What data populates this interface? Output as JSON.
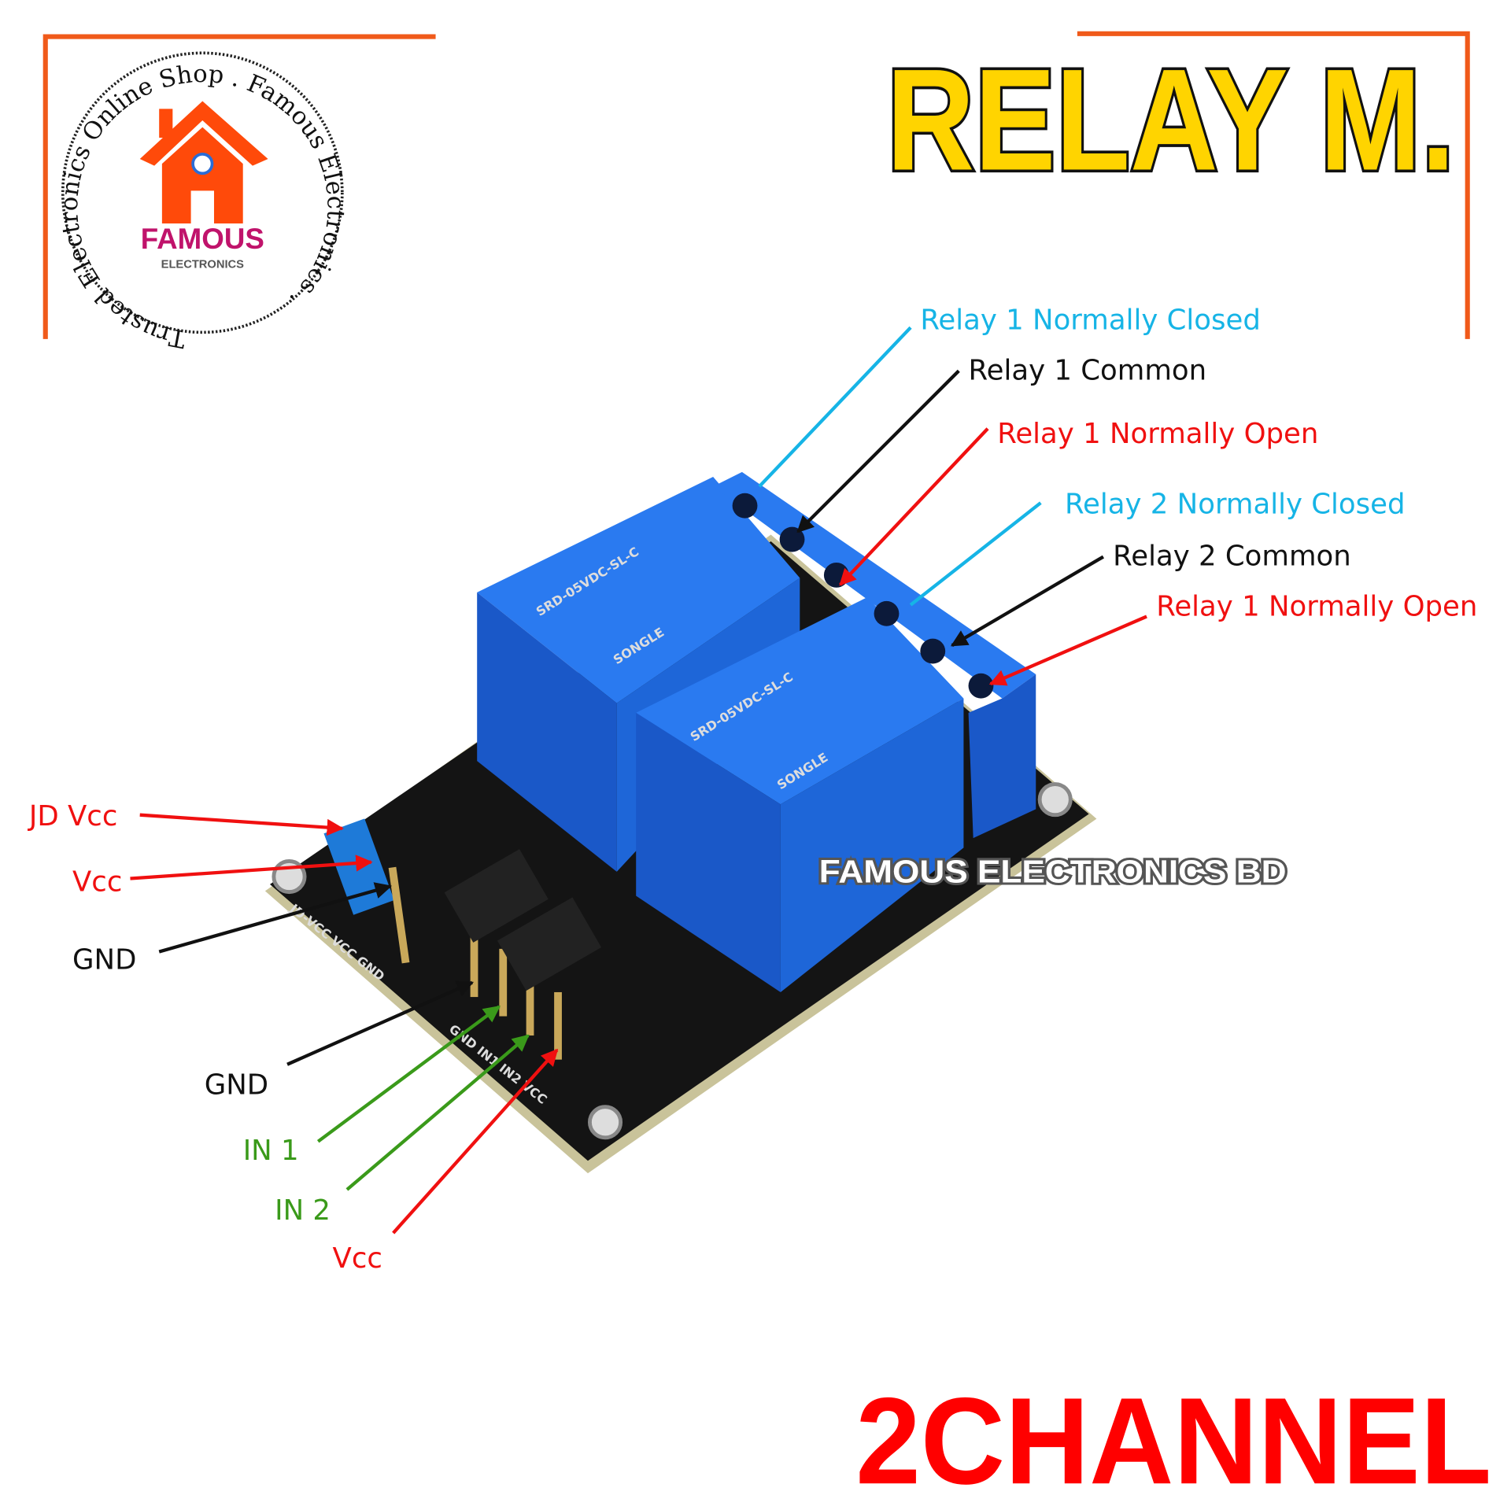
{
  "colors": {
    "frame": "#f05a1a",
    "title_fill": "#ffd400",
    "channel_red": "#ff0000",
    "cyan": "#16b4e6",
    "red": "#f01010",
    "green": "#3a9a1a",
    "black": "#111111",
    "relay_blue": "#1f63d6",
    "board": "#141414"
  },
  "logo": {
    "ring_text": "Trusted Electronics Online Shop . Famous Electronics .",
    "brand": "FAMOUS",
    "sub": "ELECTRONICS",
    "icon": "house-icon"
  },
  "title": "RELAY M.",
  "subtitle": "2CHANNEL",
  "watermark": "FAMOUS ELECTRONICS BD",
  "labels": {
    "r1_nc": "Relay 1 Normally Closed",
    "r1_com": "Relay 1 Common",
    "r1_no": "Relay 1 Normally Open",
    "r2_nc": "Relay 2 Normally Closed",
    "r2_com": "Relay 2 Common",
    "r2_no": "Relay 1 Normally Open",
    "jd_vcc": "JD Vcc",
    "vcc_jumper": "Vcc",
    "gnd_jumper": "GND",
    "gnd": "GND",
    "in1": "IN 1",
    "in2": "IN 2",
    "vcc": "Vcc"
  },
  "board": {
    "relay_model": "SRD-05VDC-SL-C",
    "relay_brand": "SONGLE",
    "silk_jumper": "JD-VCC VCC GND",
    "silk_header": "GND IN1 IN2 VCC"
  }
}
